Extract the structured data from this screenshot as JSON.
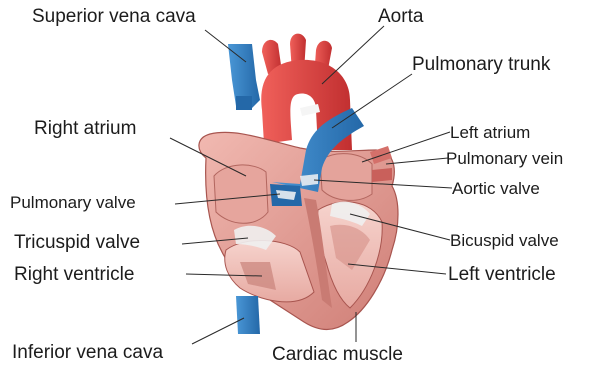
{
  "labels": {
    "superior_vena_cava": "Superior vena cava",
    "aorta": "Aorta",
    "pulmonary_trunk": "Pulmonary trunk",
    "right_atrium": "Right atrium",
    "left_atrium": "Left atrium",
    "pulmonary_vein": "Pulmonary vein",
    "pulmonary_valve": "Pulmonary valve",
    "aortic_valve": "Aortic valve",
    "tricuspid_valve": "Tricuspid valve",
    "bicuspid_valve": "Bicuspid valve",
    "right_ventricle": "Right ventricle",
    "left_ventricle": "Left ventricle",
    "inferior_vena_cava": "Inferior vena cava",
    "cardiac_muscle": "Cardiac muscle"
  },
  "colors": {
    "vein_blue": "#2f7fc4",
    "vein_blue_dark": "#1f5e97",
    "artery_red": "#e0403f",
    "artery_red_dark": "#b8282b",
    "muscle_pink": "#e9a8a0",
    "muscle_dark": "#b2665f",
    "chamber_inner": "#f3c9c3",
    "valve_white": "#f2f2f2",
    "leader_line": "#2a2a2a"
  }
}
